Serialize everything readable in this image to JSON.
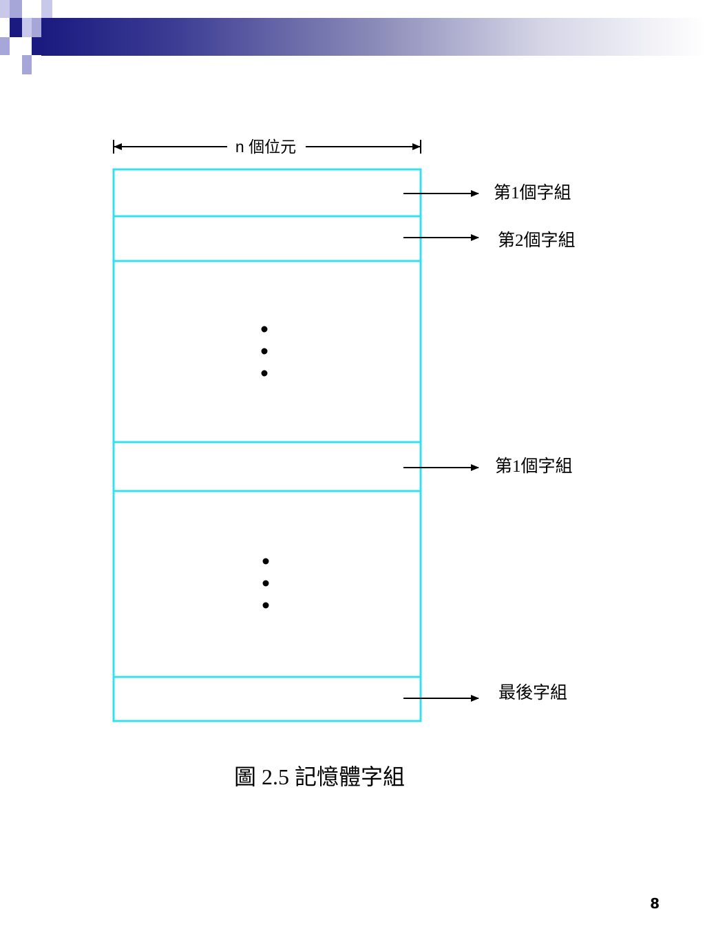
{
  "diagram": {
    "width_label": "n 個位元",
    "rows": [
      {
        "label": "第1個字組"
      },
      {
        "label": "第2個字組"
      },
      {
        "label": "第1個字組"
      },
      {
        "label": "最後字組"
      }
    ],
    "caption": "圖 2.5  記憶體字組"
  },
  "page_number": "8",
  "colors": {
    "box_stroke": "#33e0ee",
    "header_navy": "#1a1a80",
    "header_lavender": "#a6a6d8"
  }
}
